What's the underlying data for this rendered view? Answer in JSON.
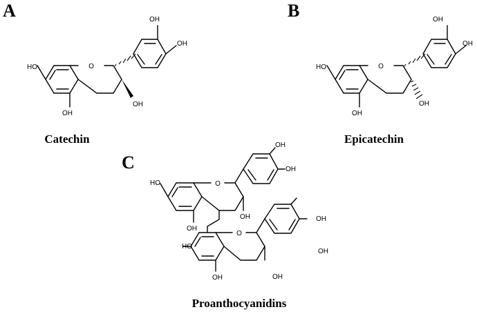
{
  "panels": {
    "a": {
      "letter": "A",
      "name": "Catechin"
    },
    "b": {
      "letter": "B",
      "name": "Epicatechin"
    },
    "c": {
      "letter": "C",
      "name": "Proanthocyanidins"
    }
  },
  "atoms": {
    "hydroxyl": "OH",
    "ho": "HO",
    "ring_oxygen": "O"
  }
}
